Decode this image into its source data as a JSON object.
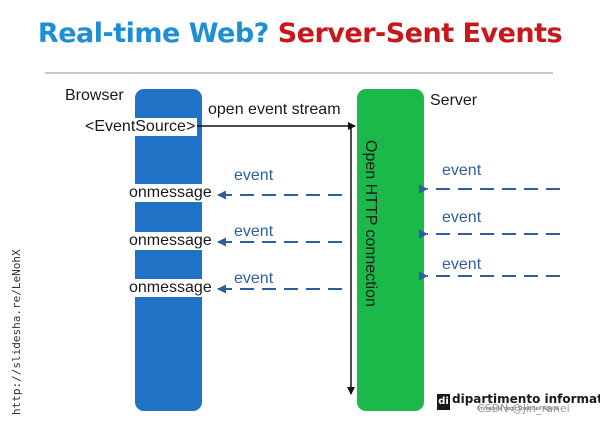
{
  "title": {
    "part1": "Real-time Web?",
    "part2": "Server-Sent Events"
  },
  "browser": {
    "label": "Browser",
    "event_source": "<EventSource>"
  },
  "server": {
    "label": "Server"
  },
  "open_stream_label": "open event stream",
  "connection_label": "Open HTTP connection",
  "messages": [
    {
      "handler": "onmessage",
      "event": "event"
    },
    {
      "handler": "onmessage",
      "event": "event"
    },
    {
      "handler": "onmessage",
      "event": "event"
    }
  ],
  "incoming_events": [
    "event",
    "event",
    "event"
  ],
  "credit": "http://slidesha.re/LeNohX",
  "logo": {
    "mark": "di",
    "text": "dipartimento informatica",
    "subtitle": "Università degli Studi dell'Aquila"
  },
  "watermark": "CSDN @Jin_ranei",
  "colors": {
    "title_blue": "#1e8fd4",
    "title_red": "#c8181c",
    "browser": "#1f72c6",
    "server": "#1bb84a",
    "arrow": "#2d5f9e"
  }
}
